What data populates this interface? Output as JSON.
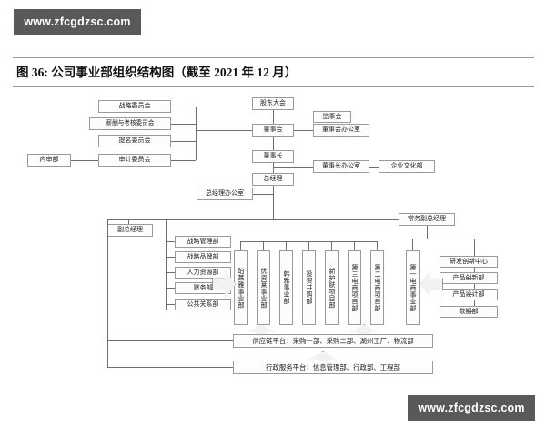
{
  "watermark": {
    "text": "www.zfcgdzsc.com"
  },
  "figure": {
    "title": "图 36: 公司事业部组织结构图（截至 2021 年 12 月）",
    "number": "图 36",
    "as_of": "2021 年 12 月"
  },
  "chart_data": {
    "type": "diagram",
    "title": "图 36: 公司事业部组织结构图（截至 2021 年 12 月）",
    "diagram_kind": "org-chart",
    "nodes": {
      "shareholders_meeting": "股东大会",
      "board": "董事会",
      "supervisory_board": "监事会",
      "board_office": "董事会办公室",
      "chairman": "董事长",
      "chairman_office": "董事长办公室",
      "culture_dept": "企业文化部",
      "general_manager": "总经理",
      "gm_office": "总经理办公室",
      "deputy_gm": "副总经理",
      "exec_deputy_gm": "常务副总经理",
      "internal_audit": "内审部"
    },
    "committees": [
      "战略委员会",
      "薪酬与考核委员会",
      "提名委员会",
      "审计委员会"
    ],
    "functional_departments": [
      "战略管理部",
      "战略品牌部",
      "人力资源部",
      "财务部",
      "公共关系部"
    ],
    "business_units": [
      "珀莱雅事业部",
      "优资莱事业部",
      "韩雅事业部",
      "投资并购部",
      "新护肤项目部",
      "第三电商项目部",
      "第二电商项目部"
    ],
    "ecommerce_unit": "第一电商事业部",
    "rnd_departments": [
      "研发创新中心",
      "产品创新部",
      "产品设计部",
      "数据部"
    ],
    "platforms": [
      "供应链平台：采购一部、采购二部、湖州工厂、物流部",
      "行政服务平台：信息管理部、行政部、工程部"
    ],
    "colors": {
      "rule": "#a88aa8",
      "box_border": "#9a9a9a",
      "line": "#6f6f6f",
      "watermark_bg": "#595959",
      "background": "#ffffff"
    }
  }
}
